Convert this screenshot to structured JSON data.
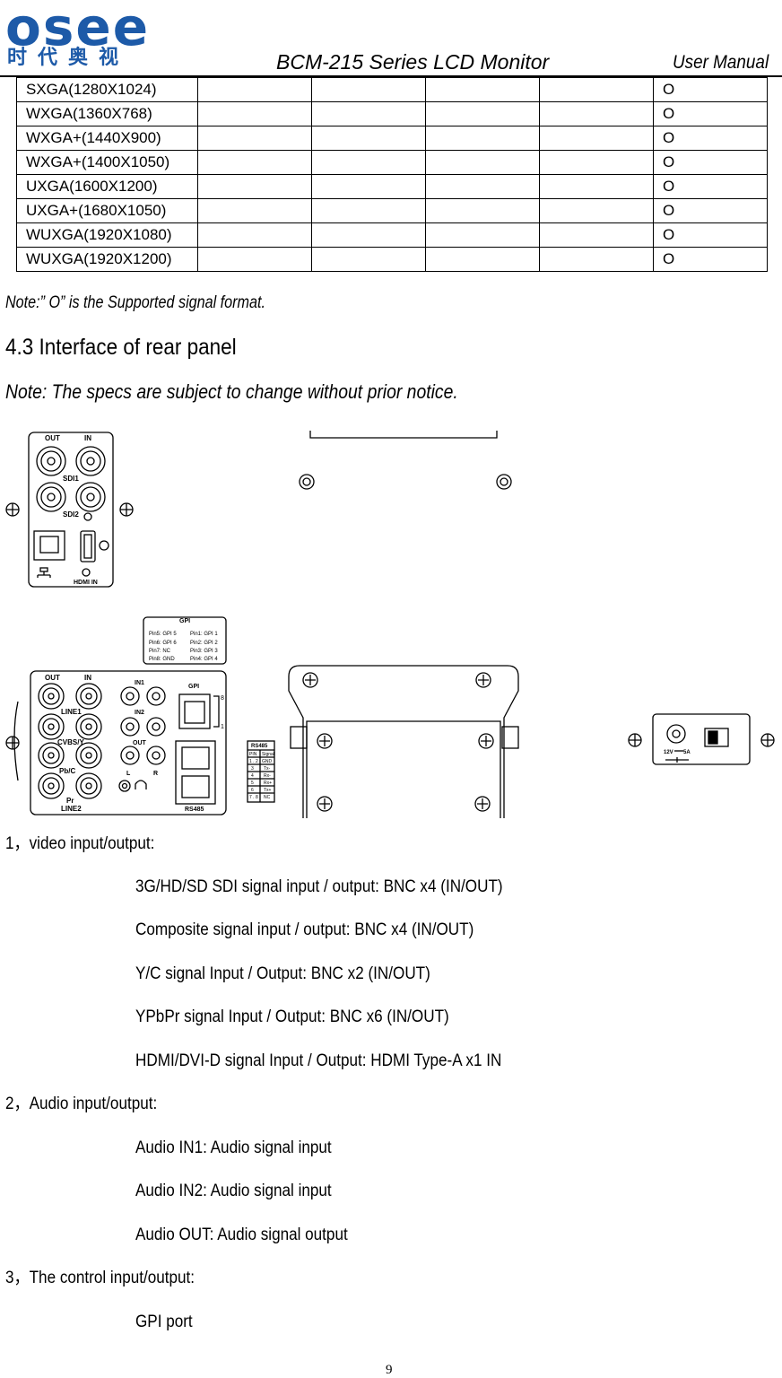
{
  "header": {
    "logo_letters": "osee",
    "logo_cn": "时代奥视",
    "title": "BCM-215 Series LCD Monitor",
    "manual": "User Manual"
  },
  "table": {
    "rows": [
      {
        "format": "SXGA(1280X1024)",
        "mark": "O"
      },
      {
        "format": "WXGA(1360X768)",
        "mark": "O"
      },
      {
        "format": "WXGA+(1440X900)",
        "mark": "O"
      },
      {
        "format": "WXGA+(1400X1050)",
        "mark": "O"
      },
      {
        "format": "UXGA(1600X1200)",
        "mark": "O"
      },
      {
        "format": "UXGA+(1680X1050)",
        "mark": "O"
      },
      {
        "format": "WUXGA(1920X1080)",
        "mark": "O"
      },
      {
        "format": "WUXGA(1920X1200)",
        "mark": "O"
      }
    ]
  },
  "note_supported": "Note:” O” is the Supported signal format.",
  "section_title": "4.3 Interface of rear panel",
  "note_specs": "Note: The specs are subject to change without prior notice.",
  "panel": {
    "top_out": "OUT",
    "top_in": "IN",
    "sdi1": "SDI1",
    "sdi2": "SDI2",
    "hdmi_in": "HDMI IN",
    "gpi_title": "GPI",
    "gpi_pins": [
      "Pin5: GPI 5",
      "Pin1: GPI 1",
      "Pin6: GPI 6",
      "Pin2: GPI 2",
      "Pin7: NC",
      "Pin3: GPI 3",
      "Pin8: GND",
      "Pin4: GPI 4"
    ],
    "out": "OUT",
    "in": "IN",
    "line1": "LINE1",
    "cvbs_y": "CVBS/Y",
    "pb_c": "Pb/C",
    "pr": "Pr",
    "line2": "LINE2",
    "in1": "IN1",
    "in2": "IN2",
    "audio_out": "OUT",
    "l": "L",
    "r": "R",
    "gpi": "GPI",
    "gpi_8": "8",
    "gpi_1": "1",
    "rs485": "RS485",
    "rs485_table": {
      "title": "RS485",
      "head": [
        "PIN",
        "Signal"
      ],
      "rows": [
        [
          "1 . 2",
          "GND"
        ],
        [
          "3",
          "Tx-"
        ],
        [
          "4",
          "Rx-"
        ],
        [
          "5",
          "Rx+"
        ],
        [
          "6",
          "Tx+"
        ],
        [
          "7 . 8",
          "NC"
        ]
      ]
    },
    "power": "12V",
    "power_amp": "5A"
  },
  "list": {
    "item1": "1，video input/output:",
    "item1_lines": [
      "3G/HD/SD SDI signal input / output: BNC x4 (IN/OUT)",
      "Composite signal input / output: BNC x4 (IN/OUT)",
      "Y/C signal Input / Output: BNC x2 (IN/OUT)",
      "YPbPr signal Input / Output: BNC x6 (IN/OUT)",
      "HDMI/DVI-D signal Input / Output: HDMI Type-A x1 IN"
    ],
    "item2": "2，Audio input/output:",
    "item2_lines": [
      "Audio IN1: Audio signal input",
      "Audio IN2: Audio signal input",
      "Audio OUT: Audio signal output"
    ],
    "item3": "3，The control input/output:",
    "item3_lines": [
      "GPI port"
    ]
  },
  "page_number": "9"
}
